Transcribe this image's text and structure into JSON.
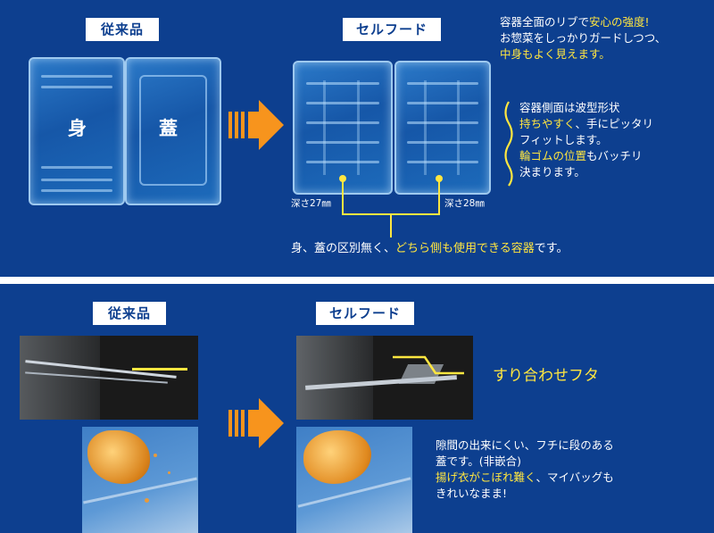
{
  "top": {
    "conventional_label": "従来品",
    "self_food_label": "セルフード",
    "body_label": "身",
    "lid_label": "蓋",
    "desc1_line1": "容器全面のリブで",
    "desc1_line1_hl": "安心の強度!",
    "desc1_line2": "お惣菜をしっかりガードしつつ、",
    "desc1_line3_hl": "中身もよく見えます。",
    "desc2_line1": "容器側面は波型形状",
    "desc2_line2_hl": "持ちやすく",
    "desc2_line2": "、手にピッタリ",
    "desc2_line3": "フィットします。",
    "desc2_line4_hl": "輪ゴムの位置",
    "desc2_line4": "もバッチリ",
    "desc2_line5": "決まります。",
    "depth_left": "深さ27㎜",
    "depth_right": "深さ28㎜",
    "bottom_text1": "身、蓋の区別無く、",
    "bottom_text_hl": "どちら側も使用できる容器",
    "bottom_text2": "です。"
  },
  "bottom": {
    "conventional_label": "従来品",
    "self_food_label": "セルフード",
    "lid_caption": "すり合わせフタ",
    "desc_line1": "隙間の出来にくい、フチに段のある",
    "desc_line2": "蓋です。(非嵌合)",
    "desc_line3_hl": "揚げ衣がこぼれ難く",
    "desc_line3": "、マイバッグも",
    "desc_line4": "きれいなまま!"
  },
  "colors": {
    "panel": "#0d3f8f",
    "highlight": "#ffe640",
    "arrow": "#f7941d"
  },
  "icons": {
    "arrow": "right-arrow-icon"
  }
}
